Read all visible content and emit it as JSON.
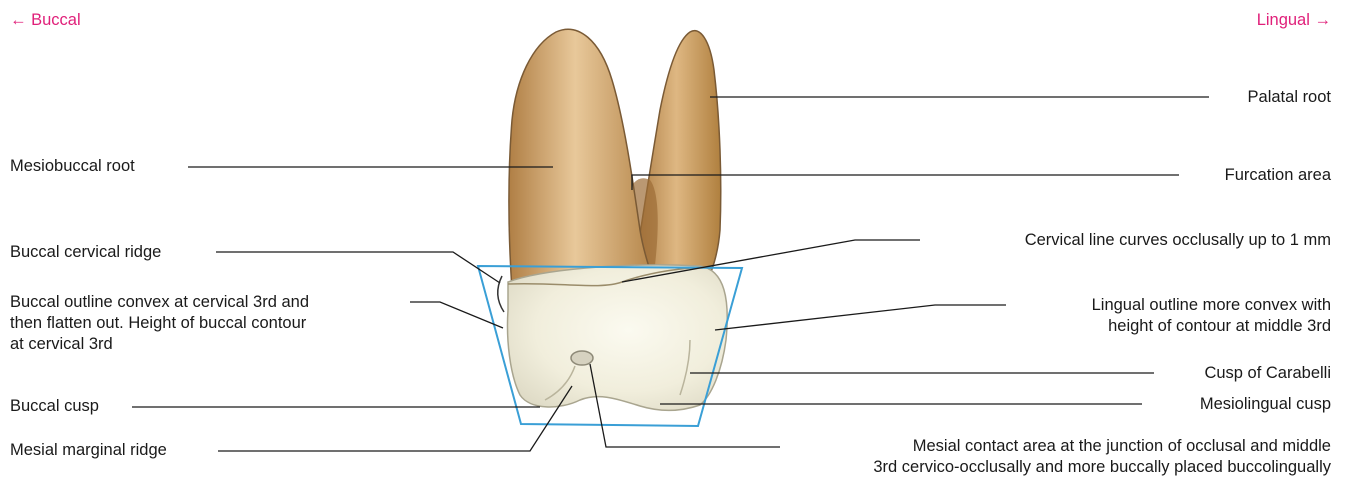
{
  "direction": {
    "buccal": "← Buccal",
    "lingual": "Lingual →"
  },
  "labels": {
    "mesiobuccal_root": "Mesiobuccal root",
    "buccal_cervical_ridge": "Buccal cervical ridge",
    "buccal_outline_lines": [
      "Buccal outline convex at cervical 3rd and",
      "then flatten out. Height of buccal contour",
      "at cervical 3rd"
    ],
    "buccal_cusp": "Buccal cusp",
    "mesial_marginal_ridge": "Mesial marginal ridge",
    "palatal_root": "Palatal root",
    "furcation_area": "Furcation area",
    "cervical_line": "Cervical line curves occlusally up to 1 mm",
    "lingual_outline_lines": [
      "Lingual outline more convex with",
      "height of contour at middle 3rd"
    ],
    "cusp_of_carabelli": "Cusp of Carabelli",
    "mesiolingual_cusp": "Mesiolingual cusp",
    "mesial_contact_lines": [
      "Mesial contact area at the junction of occlusal and middle",
      "3rd cervico-occlusally and more buccally placed buccolingually"
    ]
  },
  "colors": {
    "direction_text": "#e0207a",
    "outline_trapezoid": "#3a9fd6",
    "root": "#c99a5e",
    "crown": "#f4f1e3"
  }
}
